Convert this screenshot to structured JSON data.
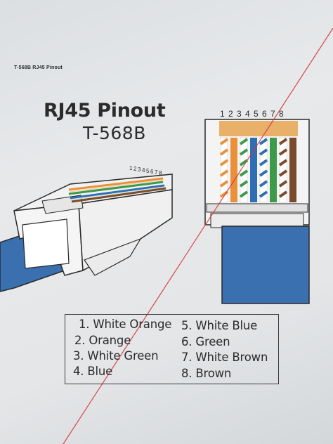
{
  "header_label": "T-568B RJ45 Pinout",
  "title": "RJ45 Pinout",
  "subtitle": "T-568B",
  "pin_numbers": [
    "1",
    "2",
    "3",
    "4",
    "5",
    "6",
    "7",
    "8"
  ],
  "colors": {
    "orange": "#e8913a",
    "green": "#3d9a4a",
    "blue": "#2f6db5",
    "brown": "#7a4a2a",
    "cable_blue": "#3a6fb0",
    "pen_line": "#d8343a"
  },
  "legend": {
    "left": [
      "1. White Orange",
      "2. Orange",
      "3. White Green",
      "4. Blue"
    ],
    "right": [
      "5. White Blue",
      "6. Green",
      "7. White Brown",
      "8. Brown"
    ]
  }
}
